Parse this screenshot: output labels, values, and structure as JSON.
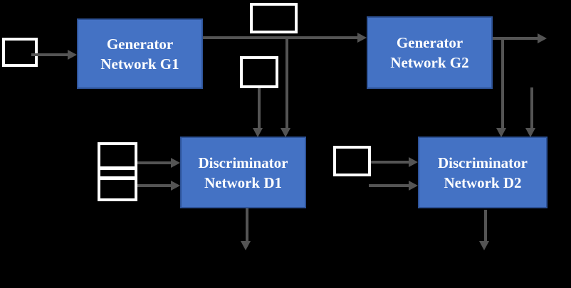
{
  "diagram": {
    "title": "two-stage-gan-architecture",
    "colors": {
      "background": "#000000",
      "node_fill": "#4472c4",
      "node_border": "#2e5398",
      "node_text": "#ffffff",
      "arrow": "#545454",
      "outline": "#ffffff"
    },
    "nodes": {
      "g1": {
        "line1": "Generator",
        "line2": "Network G1"
      },
      "g2": {
        "line1": "Generator",
        "line2": "Network G2"
      },
      "d1": {
        "line1": "Discriminator",
        "line2": "Network D1"
      },
      "d2": {
        "line1": "Discriminator",
        "line2": "Network D2"
      }
    },
    "outline_boxes": [
      {
        "name": "noise-input-box"
      },
      {
        "name": "stage1-output-box-top"
      },
      {
        "name": "stage1-sample-box"
      },
      {
        "name": "d1-input-stack-box"
      },
      {
        "name": "d2-input-box"
      }
    ]
  }
}
